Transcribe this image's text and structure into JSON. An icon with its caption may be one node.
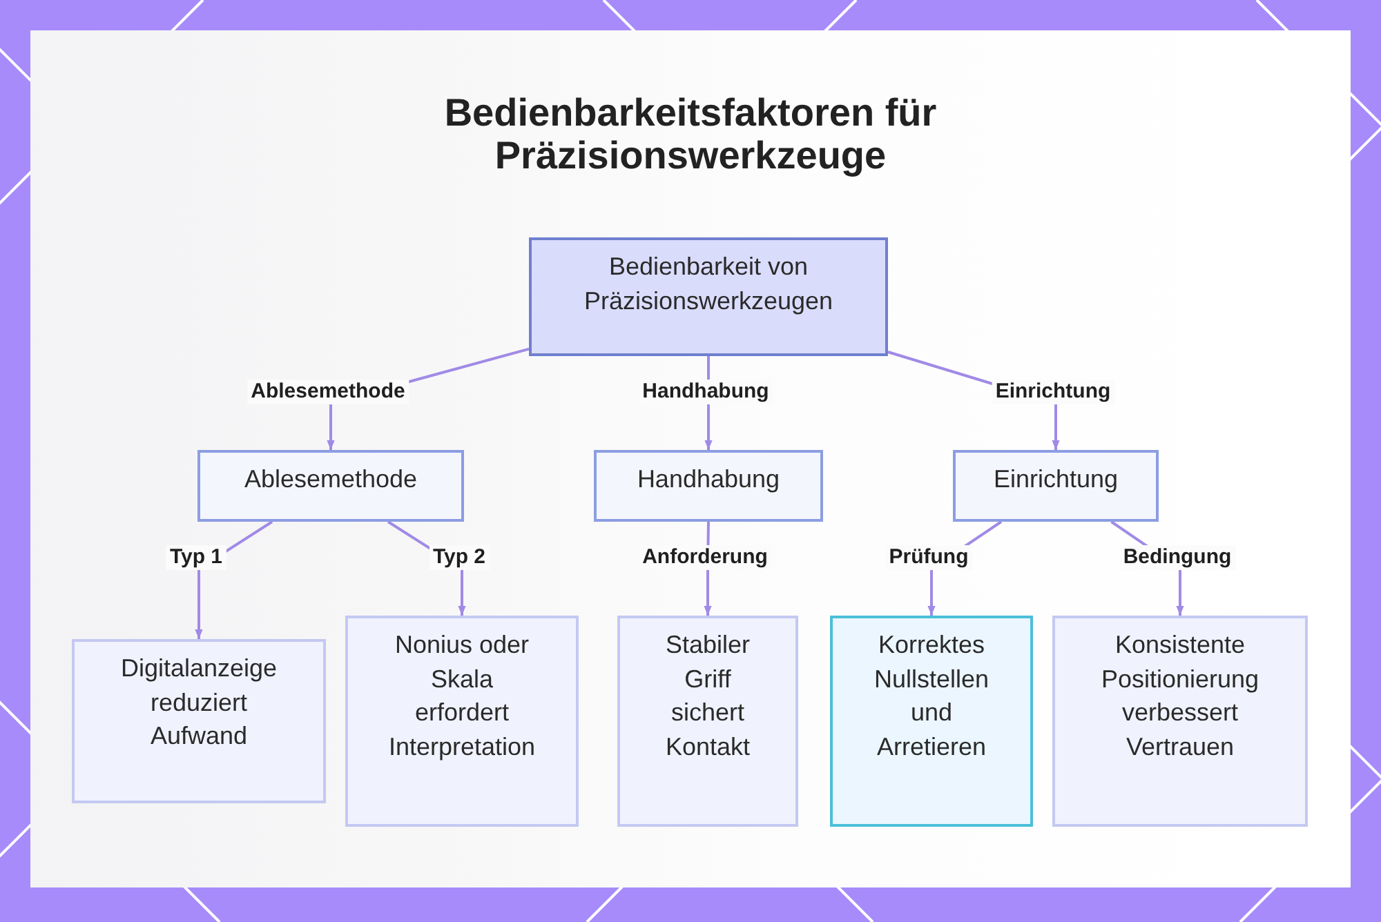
{
  "diagram": {
    "title": "Bedienbarkeitsfaktoren für Präzisionswerkzeuge",
    "nodes": [
      {
        "text": [
          "Bedienbarkeit von Präzisionswerkzeugen"
        ]
      },
      {
        "text": [
          "Ablesemethode"
        ]
      },
      {
        "text": [
          "Handhabung"
        ]
      },
      {
        "text": [
          "Einrichtung"
        ]
      },
      {
        "text": [
          "Digitalanzeige reduziert Aufwand"
        ]
      },
      {
        "text": [
          "Nonius oder Skala erfordert Interpretation"
        ]
      },
      {
        "text": [
          "Stabiler Griff sichert Kontakt"
        ]
      },
      {
        "text": [
          "Korrektes Nullstellen und Arretieren"
        ]
      },
      {
        "text": [
          "Konsistente Positionierung verbessert Vertrauen"
        ]
      }
    ],
    "edges": [
      {
        "from": 0,
        "to": 1,
        "arrow": "to",
        "label": "Ablesemethode"
      },
      {
        "from": 0,
        "to": 2,
        "arrow": "to",
        "label": "Handhabung"
      },
      {
        "from": 0,
        "to": 3,
        "arrow": "to",
        "label": "Einrichtung"
      },
      {
        "from": 1,
        "to": 4,
        "arrow": "to",
        "label": "Typ 1"
      },
      {
        "from": 1,
        "to": 5,
        "arrow": "to",
        "label": "Typ 2"
      },
      {
        "from": 2,
        "to": 6,
        "arrow": "to",
        "label": "Anforderung"
      },
      {
        "from": 3,
        "to": 7,
        "arrow": "to",
        "label": "Prüfung"
      },
      {
        "from": 3,
        "to": 8,
        "arrow": "to",
        "label": "Bedingung"
      }
    ]
  }
}
